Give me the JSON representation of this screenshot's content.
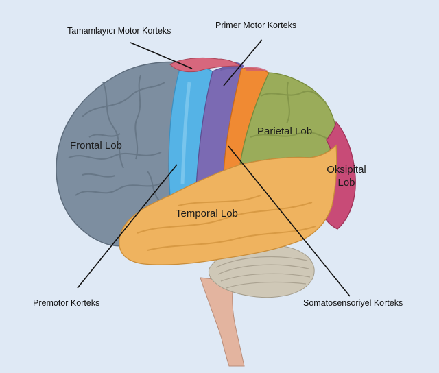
{
  "diagram": {
    "callouts": {
      "supplementary_motor": "Tamamlayıcı  Motor Korteks",
      "primary_motor": "Primer Motor Korteks",
      "premotor": "Premotor Korteks",
      "somatosensory": "Somatosensoriyel Korteks"
    },
    "lobes": {
      "frontal": "Frontal Lob",
      "parietal": "Parietal Lob",
      "occipital_1": "Oksipital",
      "occipital_2": "Lob",
      "temporal": "Temporal Lob"
    }
  },
  "colors": {
    "background": "#dfe9f5",
    "frontal": "#7d8ea0",
    "premotor": "#55b3e6",
    "primary_motor": "#7b6ab3",
    "somatosensory": "#f08a33",
    "parietal": "#9aac5a",
    "occipital": "#c84b77",
    "temporal": "#efb35f",
    "supplementary": "#d7677d",
    "cerebellum": "#cfc8b7",
    "brainstem": "#e3b49f"
  }
}
